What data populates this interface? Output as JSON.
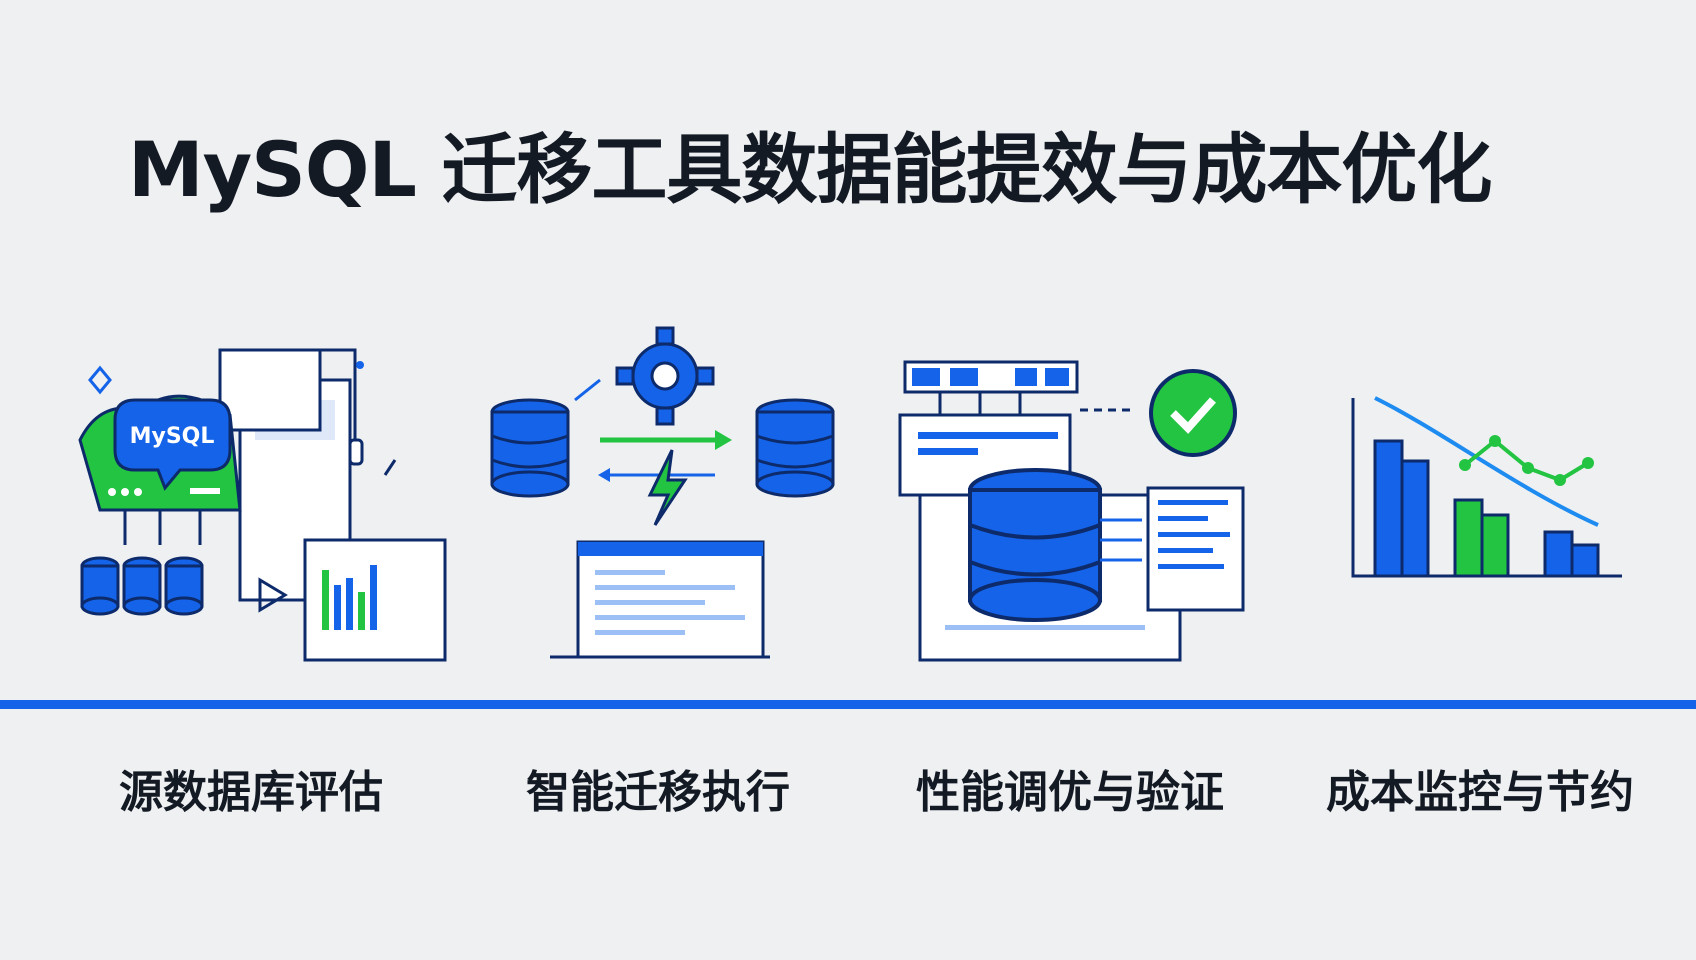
{
  "header": {
    "title": "MySQL 迁移工具数据能提效与成本优化"
  },
  "colors": {
    "accent_blue": "#1463e8",
    "accent_green": "#22c442",
    "outline": "#0d2a6b",
    "background": "#eef0f2"
  },
  "steps": [
    {
      "label": "源数据库评估",
      "icon": "database-assessment-icon",
      "badge": "MySQL"
    },
    {
      "label": "智能迁移执行",
      "icon": "migration-execution-icon"
    },
    {
      "label": "性能调优与验证",
      "icon": "performance-validation-icon"
    },
    {
      "label": "成本监控与节约",
      "icon": "cost-monitoring-chart-icon"
    }
  ]
}
